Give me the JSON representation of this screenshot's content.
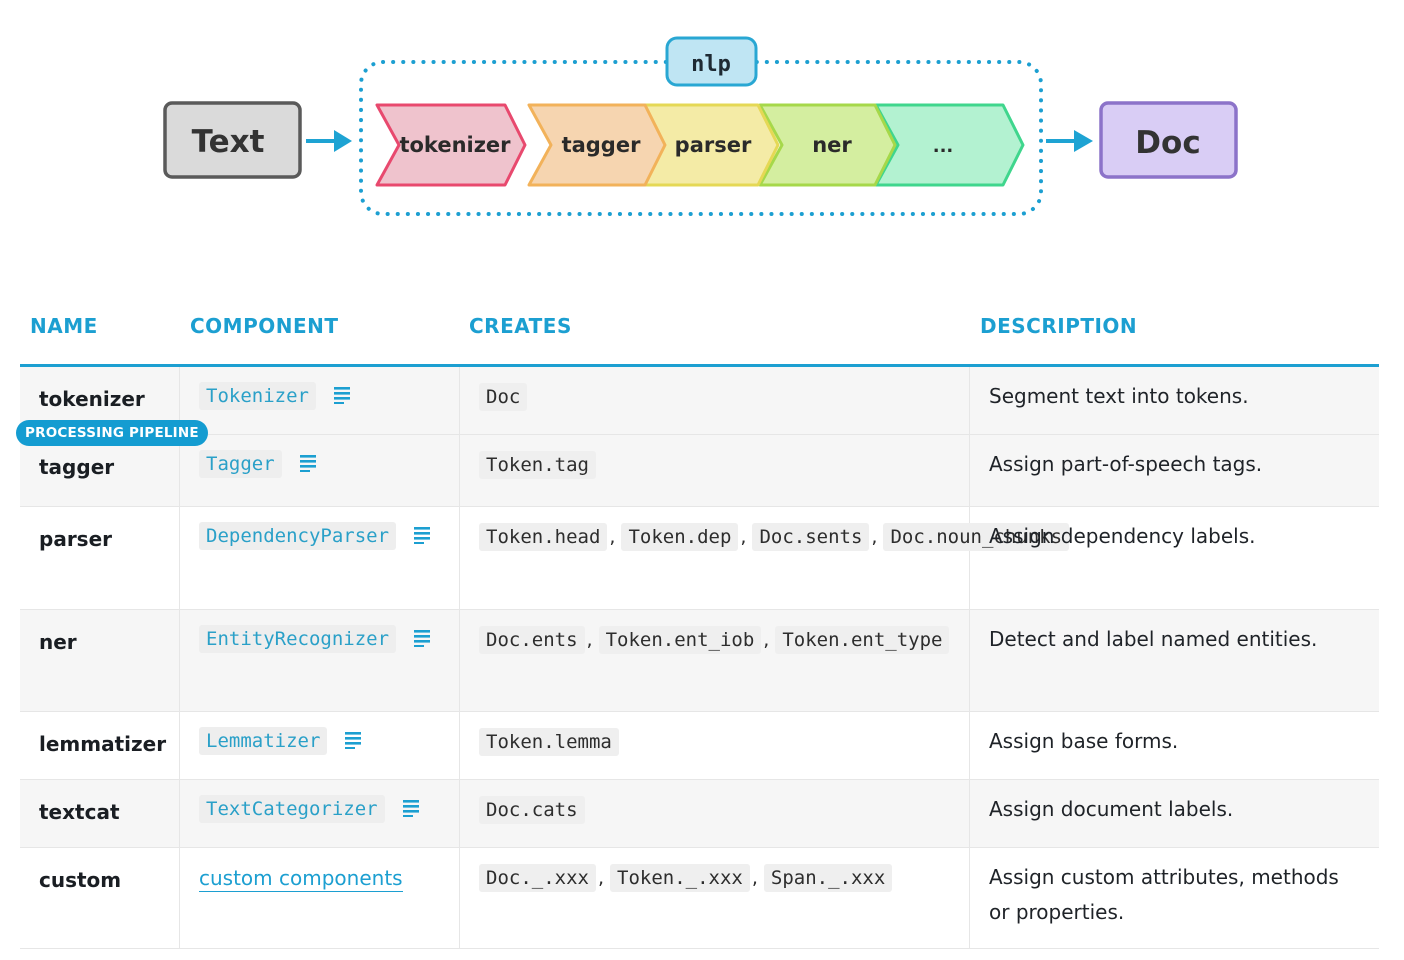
{
  "diagram": {
    "input_label": "Text",
    "output_label": "Doc",
    "pipeline_label": "nlp",
    "stages": [
      "tokenizer",
      "tagger",
      "parser",
      "ner",
      "..."
    ]
  },
  "badge": "PROCESSING PIPELINE",
  "table": {
    "headers": {
      "name": "NAME",
      "component": "COMPONENT",
      "creates": "CREATES",
      "description": "DESCRIPTION"
    },
    "rows": [
      {
        "name": "tokenizer",
        "component": "Tokenizer",
        "creates": [
          "Doc"
        ],
        "description": "Segment text into tokens."
      },
      {
        "name": "tagger",
        "component": "Tagger",
        "creates": [
          "Token.tag"
        ],
        "description": "Assign part-of-speech tags."
      },
      {
        "name": "parser",
        "component": "DependencyParser",
        "creates": [
          "Token.head",
          "Token.dep",
          "Doc.sents",
          "Doc.noun_chunks"
        ],
        "description": "Assign dependency labels."
      },
      {
        "name": "ner",
        "component": "EntityRecognizer",
        "creates": [
          "Doc.ents",
          "Token.ent_iob",
          "Token.ent_type"
        ],
        "description": "Detect and label named entities."
      },
      {
        "name": "lemmatizer",
        "component": "Lemmatizer",
        "creates": [
          "Token.lemma"
        ],
        "description": "Assign base forms."
      },
      {
        "name": "textcat",
        "component": "TextCategorizer",
        "creates": [
          "Doc.cats"
        ],
        "description": "Assign document labels."
      },
      {
        "name": "custom",
        "component": "custom components",
        "creates": [
          "Doc._.xxx",
          "Token._.xxx",
          "Span._.xxx"
        ],
        "description": "Assign custom attributes, methods or properties."
      }
    ]
  },
  "colors": {
    "accent": "#1c9fd1",
    "stage_fills": [
      "#efc3cd",
      "#f6d5b0",
      "#f4eba6",
      "#d4eea0",
      "#b3f2d1"
    ],
    "stage_strokes": [
      "#e8496e",
      "#f2b25a",
      "#e5d855",
      "#a6d84a",
      "#3fd68d"
    ]
  },
  "icons": {
    "component_doc": "doc-lines-icon"
  }
}
